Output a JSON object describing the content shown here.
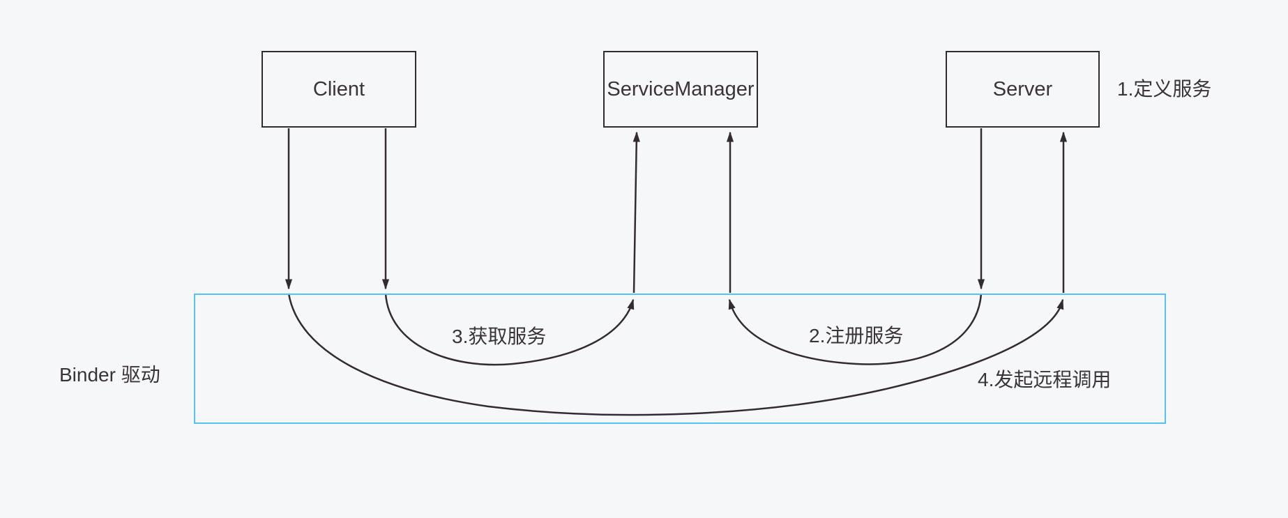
{
  "diagram": {
    "title": "Binder IPC architecture diagram"
  },
  "nodes": {
    "client": {
      "label": "Client"
    },
    "service_manager": {
      "label": "ServiceManager"
    },
    "server": {
      "label": "Server"
    }
  },
  "binder": {
    "label": "Binder 驱动"
  },
  "annotations": {
    "step1": {
      "label": "1.定义服务"
    },
    "step2": {
      "label": "2.注册服务"
    },
    "step3": {
      "label": "3.获取服务"
    },
    "step4": {
      "label": "4.发起远程调用"
    }
  },
  "colors": {
    "background": "#f6f7f9",
    "line": "#332b32",
    "text": "#3a3338",
    "binder_border": "#55c3f2"
  }
}
